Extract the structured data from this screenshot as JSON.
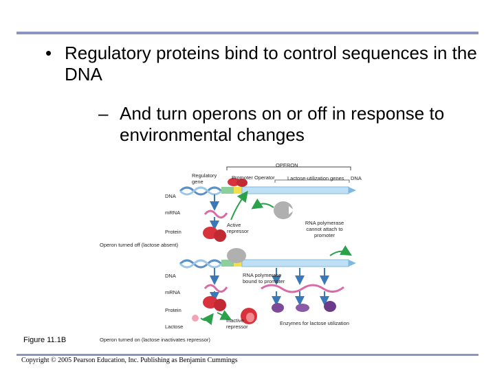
{
  "slide": {
    "bullet_symbol": "•",
    "bullet_text": "Regulatory proteins bind to control sequences in the DNA",
    "sub_symbol": "–",
    "sub_text": "And turn operons on or off in response to environmental changes"
  },
  "diagram": {
    "operon_label": "OPERON",
    "regulatory_gene": "Regulatory gene",
    "promoter": "Promoter",
    "operator": "Operator",
    "lactose_genes": "Lactose-utilization genes",
    "dna_strand_label": "DNA",
    "off": {
      "dna": "DNA",
      "mrna": "mRNA",
      "protein": "Protein",
      "active_repressor": "Active repressor",
      "rna_pol_cannot": "RNA polymerase cannot attach to promoter",
      "caption": "Operon turned off (lactose absent)"
    },
    "on": {
      "dna": "DNA",
      "rna_pol_bound": "RNA polymerase bound to promoter",
      "mrna": "mRNA",
      "protein": "Protein",
      "lactose": "Lactose",
      "inactive_repressor": "Inactive repressor",
      "enzymes": "Enzymes for lactose utilization",
      "caption": "Operon turned on (lactose inactivates repressor)"
    },
    "colors": {
      "repressor": "#d8333c",
      "rna_polymerase": "#b0b0b0",
      "dna_blue": "#7fb9e0",
      "promoter_green": "#8ccf9c",
      "operator_yellow": "#f2e04a",
      "mrna_pink": "#d86aa8",
      "enzyme_purple": "#7d4a9a",
      "arrow_green": "#2aa14a"
    }
  },
  "figure_label": "Figure 11.1B",
  "copyright": "Copyright © 2005 Pearson Education, Inc. Publishing as Benjamin Cummings"
}
